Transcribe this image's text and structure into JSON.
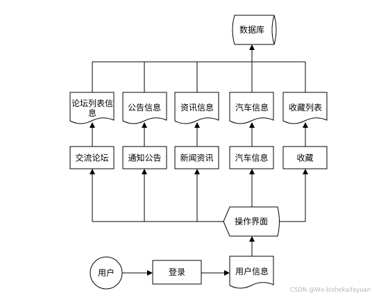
{
  "diagram": {
    "nodes": {
      "database": {
        "label": "数据库"
      },
      "forum_list": {
        "label_line1": "论坛列表信",
        "label_line2": "息"
      },
      "notice_info": {
        "label": "公告信息"
      },
      "news_info": {
        "label": "资讯信息"
      },
      "car_info_doc": {
        "label": "汽车信息"
      },
      "favorite_list": {
        "label": "收藏列表"
      },
      "forum": {
        "label": "交流论坛"
      },
      "notice": {
        "label": "通知公告"
      },
      "news": {
        "label": "新闻资讯"
      },
      "car_info": {
        "label": "汽车信息"
      },
      "favorite": {
        "label": "收藏"
      },
      "operation_ui": {
        "label": "操作界面"
      },
      "user": {
        "label": "用户"
      },
      "login": {
        "label": "登录"
      },
      "user_info": {
        "label": "用户信息"
      }
    },
    "colors": {
      "stroke": "#000000",
      "fill": "#ffffff"
    }
  },
  "watermark": "CSDN @Wx-bishekaifayuan"
}
